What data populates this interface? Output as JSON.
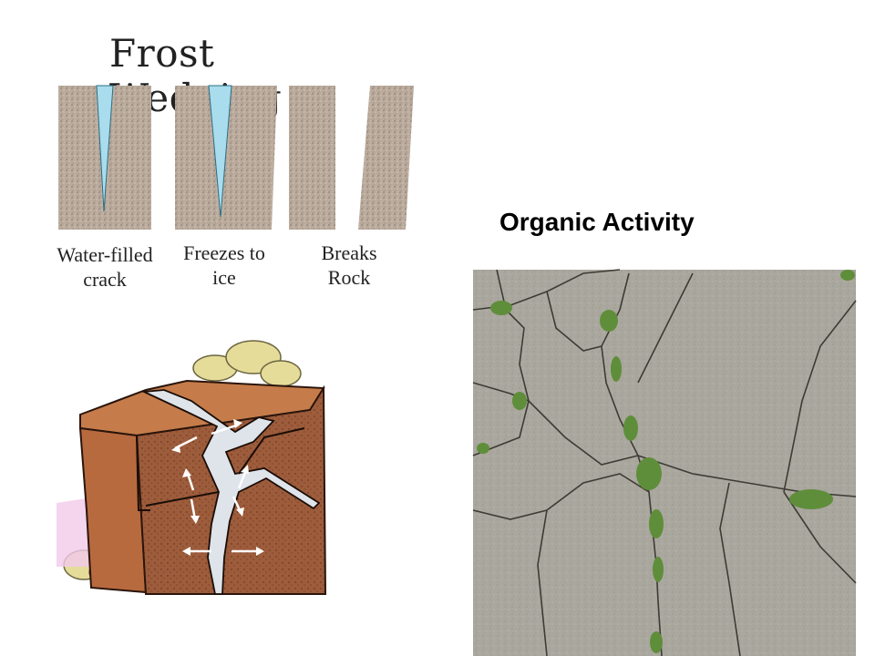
{
  "frost": {
    "title": "Frost Wedging",
    "captions": [
      {
        "line1": "Water-filled",
        "line2": "crack"
      },
      {
        "line1": "Freezes to",
        "line2": "ice"
      },
      {
        "line1": "Breaks",
        "line2": "Rock"
      }
    ]
  },
  "organic": {
    "title": "Organic Activity"
  },
  "colors": {
    "rock": "#b8a99b",
    "ice": "#a9dcec",
    "boulder": "#9b5a3a",
    "moss": "#e6dc9a",
    "concrete": "#a9a69c",
    "grass": "#5f8e3a"
  }
}
